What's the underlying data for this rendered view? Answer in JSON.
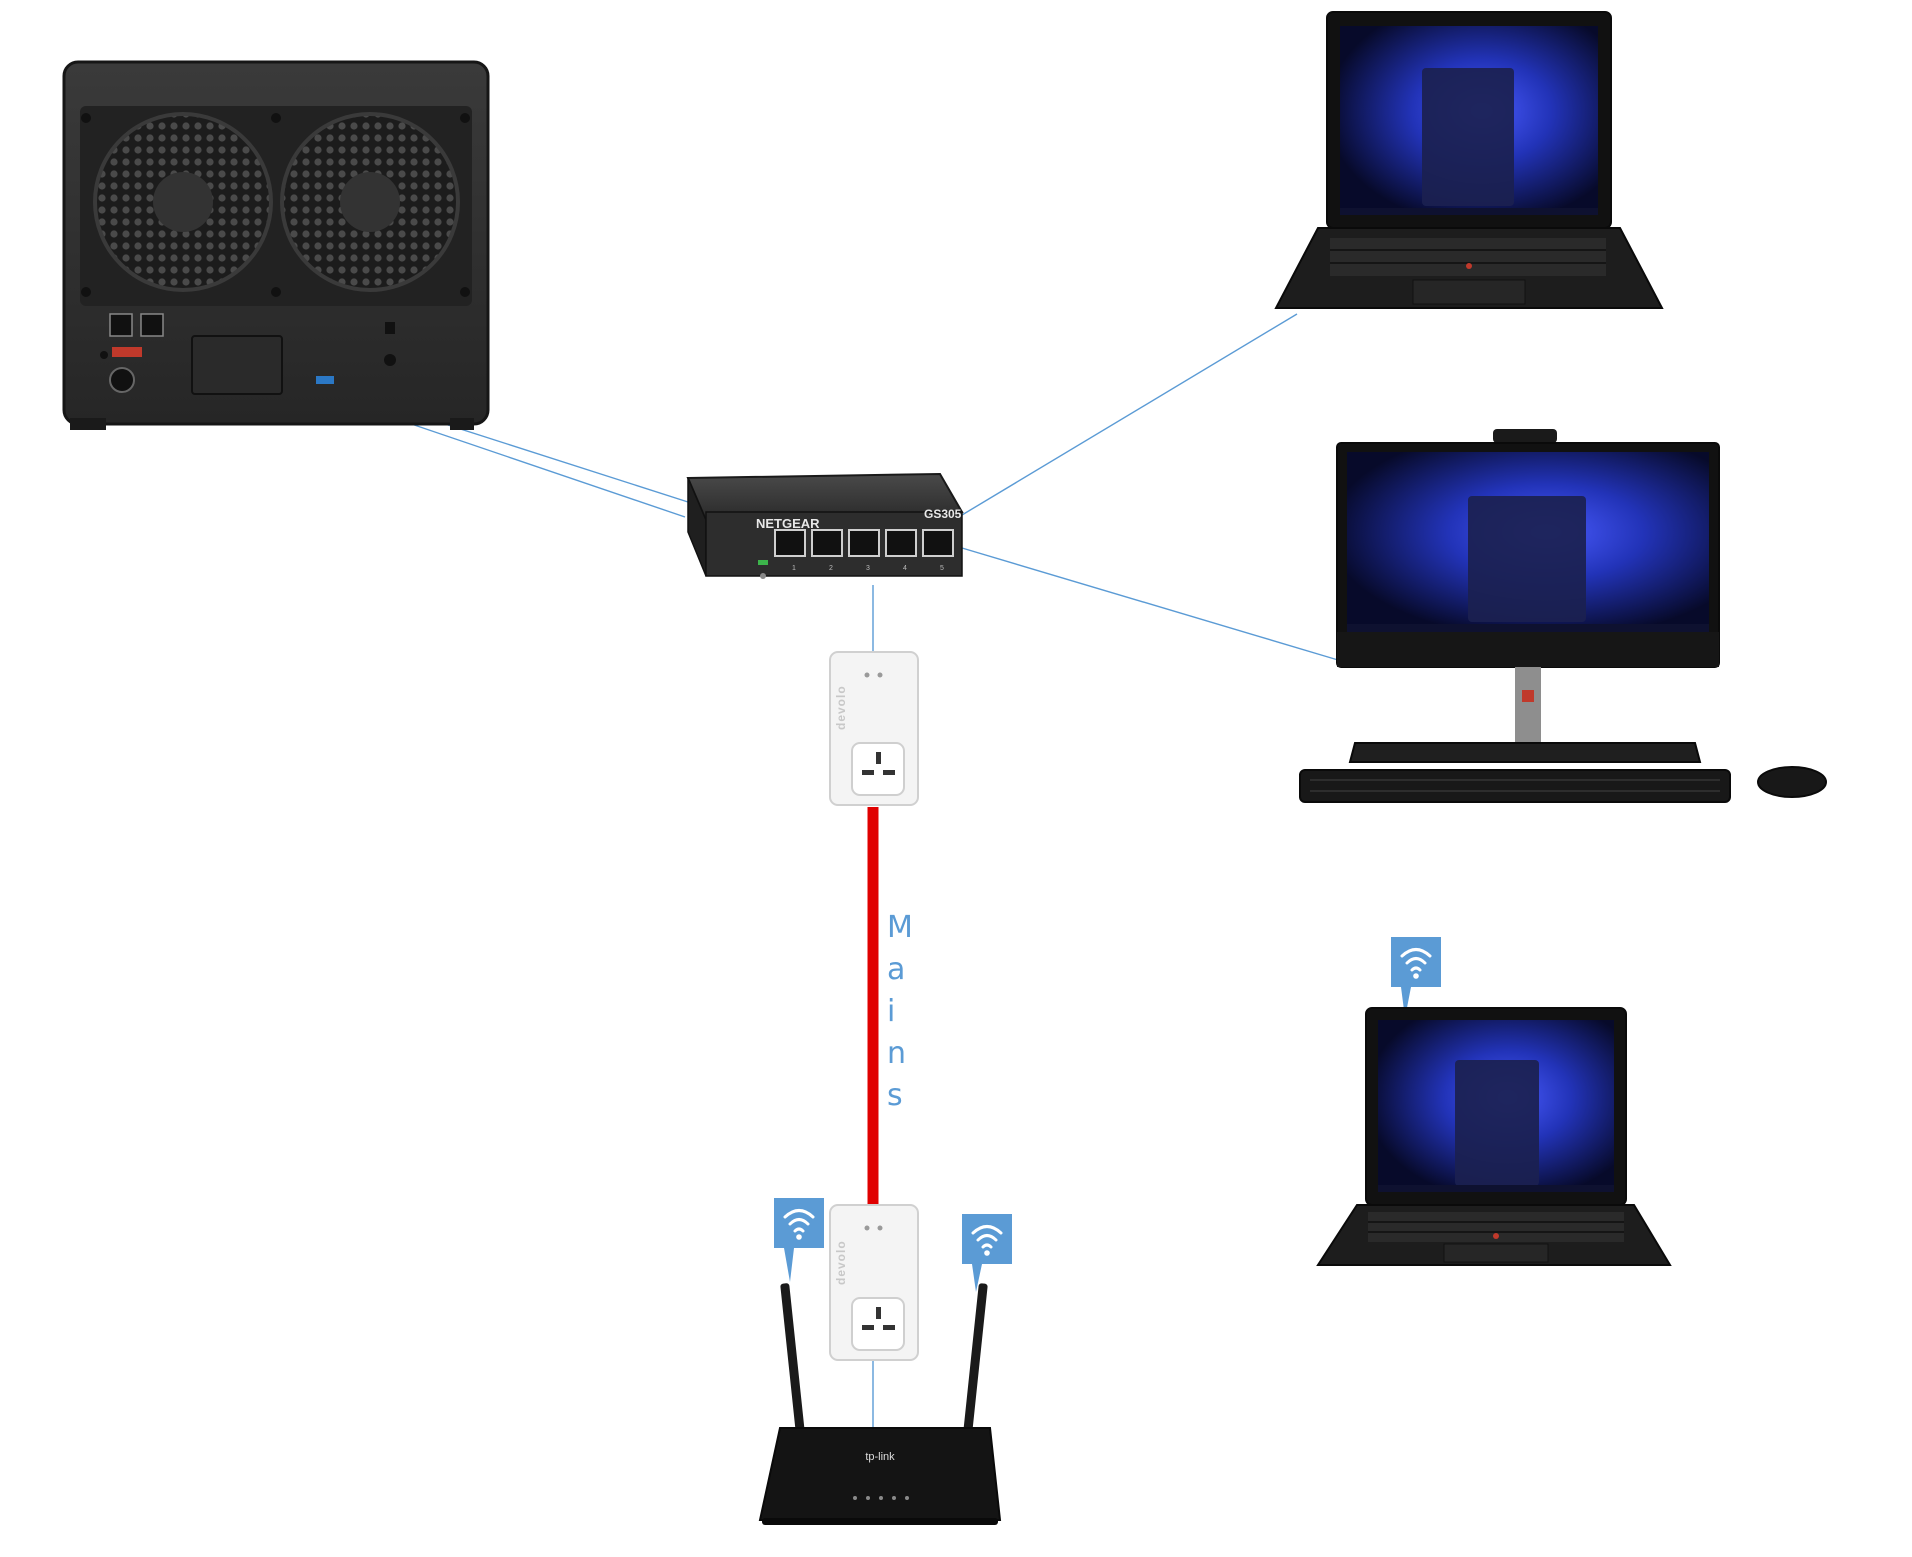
{
  "switch": {
    "brand": "NETGEAR",
    "model": "GS305"
  },
  "powerline": {
    "brand": "devolo"
  },
  "router": {
    "brand": "tp-link"
  },
  "mains_label": [
    "M",
    "a",
    "i",
    "n",
    "s"
  ],
  "colors": {
    "link": "#5b9bd5",
    "mains": "#e00000",
    "wifi_badge": "#5b9bd5"
  }
}
